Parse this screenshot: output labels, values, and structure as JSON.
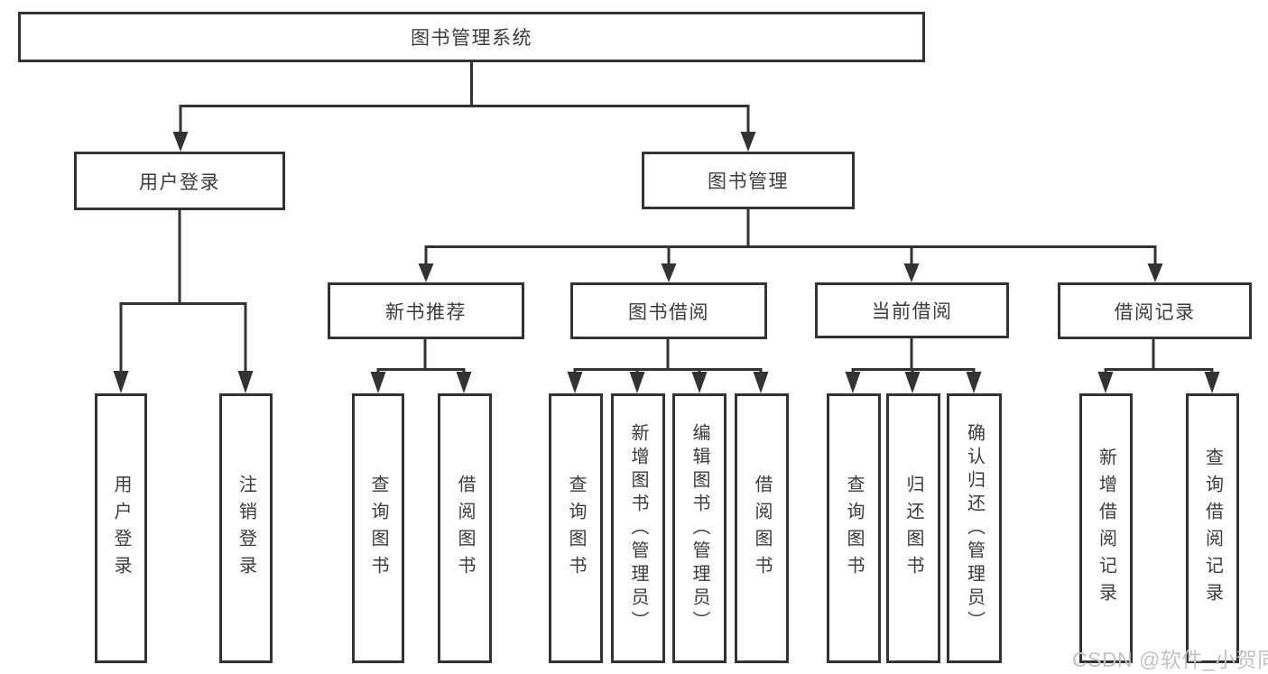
{
  "diagram": {
    "root": {
      "label": "图书管理系统"
    },
    "level2": [
      {
        "label": "用户登录"
      },
      {
        "label": "图书管理"
      }
    ],
    "level3": [
      {
        "label": "新书推荐"
      },
      {
        "label": "图书借阅"
      },
      {
        "label": "当前借阅"
      },
      {
        "label": "借阅记录"
      }
    ],
    "leaves": {
      "login": [
        "用户登录",
        "注销登录"
      ],
      "recommend": [
        "查询图书",
        "借阅图书"
      ],
      "borrow": [
        "查询图书",
        "新增图书（管理员）",
        "编辑图书（管理员）",
        "借阅图书"
      ],
      "current": [
        "查询图书",
        "归还图书",
        "确认归还（管理员）"
      ],
      "records": [
        "新增借阅记录",
        "查询借阅记录"
      ]
    }
  },
  "watermark": {
    "text": "CSDN @软件_小贺同学"
  },
  "colors": {
    "line": "#333333",
    "text": "#3c3c3c",
    "background": "#ffffff",
    "watermark": "#c2c2c2"
  }
}
